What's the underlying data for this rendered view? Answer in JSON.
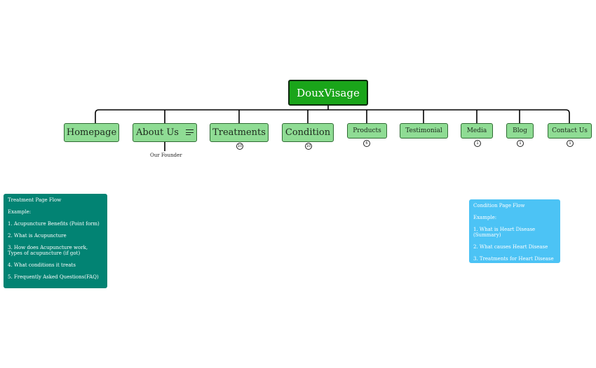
{
  "root": {
    "label": "DouxVisage"
  },
  "nodes": {
    "homepage": {
      "label": "Homepage"
    },
    "about": {
      "label": "About Us",
      "sub_label": "Our Founder"
    },
    "treatments": {
      "label": "Treatments",
      "badge": "10"
    },
    "condition": {
      "label": "Condition",
      "badge": "10"
    },
    "products": {
      "label": "Products",
      "badge": "6"
    },
    "testimonial": {
      "label": "Testimonial"
    },
    "media": {
      "label": "Media",
      "badge": "1"
    },
    "blog": {
      "label": "Blog",
      "badge": "1"
    },
    "contact": {
      "label": "Contact Us",
      "badge": "1"
    }
  },
  "notes": {
    "treatment": {
      "lines": [
        "Treatment Page Flow",
        "Example:",
        "1. Acupuncture Benefits (Point form)",
        "2. What is Acupuncture",
        "3. How does Acupuncture work, Types of acupuncture (if got)",
        "4. What conditions it treats",
        "5. Frequently Asked Questions(FAQ)"
      ],
      "color": "#028373"
    },
    "condition": {
      "lines": [
        "Condition Page Flow",
        "Example:",
        "1. What is Heart Disease (Summary)",
        "2. What causes Heart Disease",
        "3. Treatments for Heart Disease"
      ],
      "color": "#4cc3f5"
    }
  },
  "colors": {
    "root_fill": "#1aa51a",
    "node_fill": "#8fdc94",
    "connector": "#000000"
  },
  "icons": {
    "about_menu": "menu-lines-icon"
  }
}
